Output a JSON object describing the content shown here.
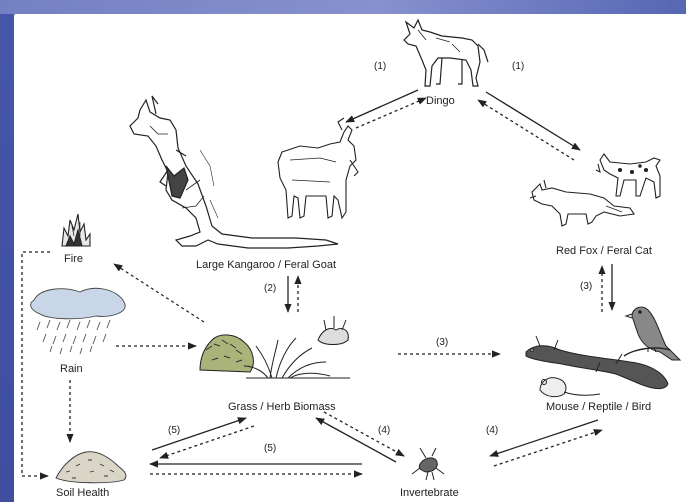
{
  "colors": {
    "frame": "#4e5fae",
    "canvas": "#ffffff",
    "ink": "#222222",
    "grass": "#a9b56e",
    "rain": "#b7c9df"
  },
  "nodes": {
    "dingo": "Dingo",
    "herbivores": "Large Kangaroo / Feral Goat",
    "predators": "Red Fox / Feral Cat",
    "fire": "Fire",
    "rain": "Rain",
    "biomass": "Grass / Herb Biomass",
    "smallfauna": "Mouse / Reptile / Bird",
    "soil": "Soil Health",
    "invertebrate": "Invertebrate"
  },
  "edge_labels": {
    "dingo_herbivore": "(1)",
    "dingo_predator": "(1)",
    "herbivore_biomass": "(2)",
    "predator_smallfauna": "(3)",
    "biomass_smallfauna": "(3)",
    "biomass_soil": "(5)",
    "invertebrate_soil": "(5)",
    "biomass_invertebrate": "(4)",
    "invertebrate_smallfauna": "(4)"
  },
  "icons": {
    "dingo": "dingo-icon",
    "kangaroo": "kangaroo-icon",
    "goat": "goat-icon",
    "fox": "fox-icon",
    "cat": "cat-icon",
    "fire": "fire-icon",
    "rain": "rain-cloud-icon",
    "grass": "grass-herb-icon",
    "lizard": "lizard-icon",
    "mouse": "mouse-icon",
    "bird": "bird-icon",
    "soil": "soil-mound-icon",
    "invertebrate": "invertebrate-icon"
  }
}
